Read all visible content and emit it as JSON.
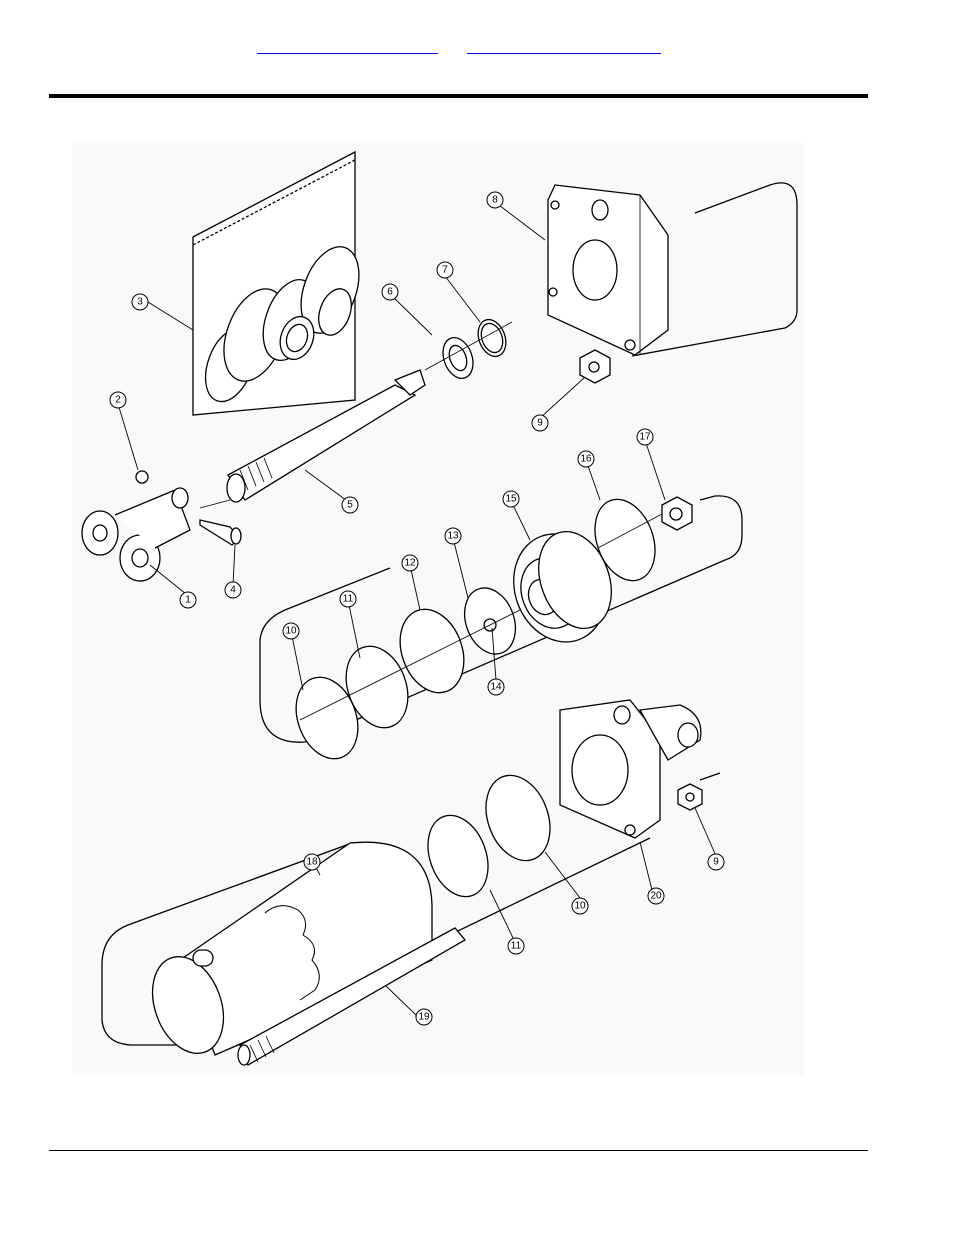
{
  "header": {
    "links": [
      {
        "label": ""
      },
      {
        "label": ""
      }
    ]
  },
  "diagram": {
    "callouts": [
      "1",
      "2",
      "3",
      "4",
      "5",
      "6",
      "7",
      "8",
      "9",
      "9",
      "10",
      "10",
      "11",
      "11",
      "12",
      "13",
      "14",
      "15",
      "16",
      "17",
      "18",
      "19",
      "20"
    ]
  },
  "colors": {
    "line": "#000000",
    "link": "#0000ee",
    "background": "#ffffff",
    "panel": "#f7f7f7"
  }
}
